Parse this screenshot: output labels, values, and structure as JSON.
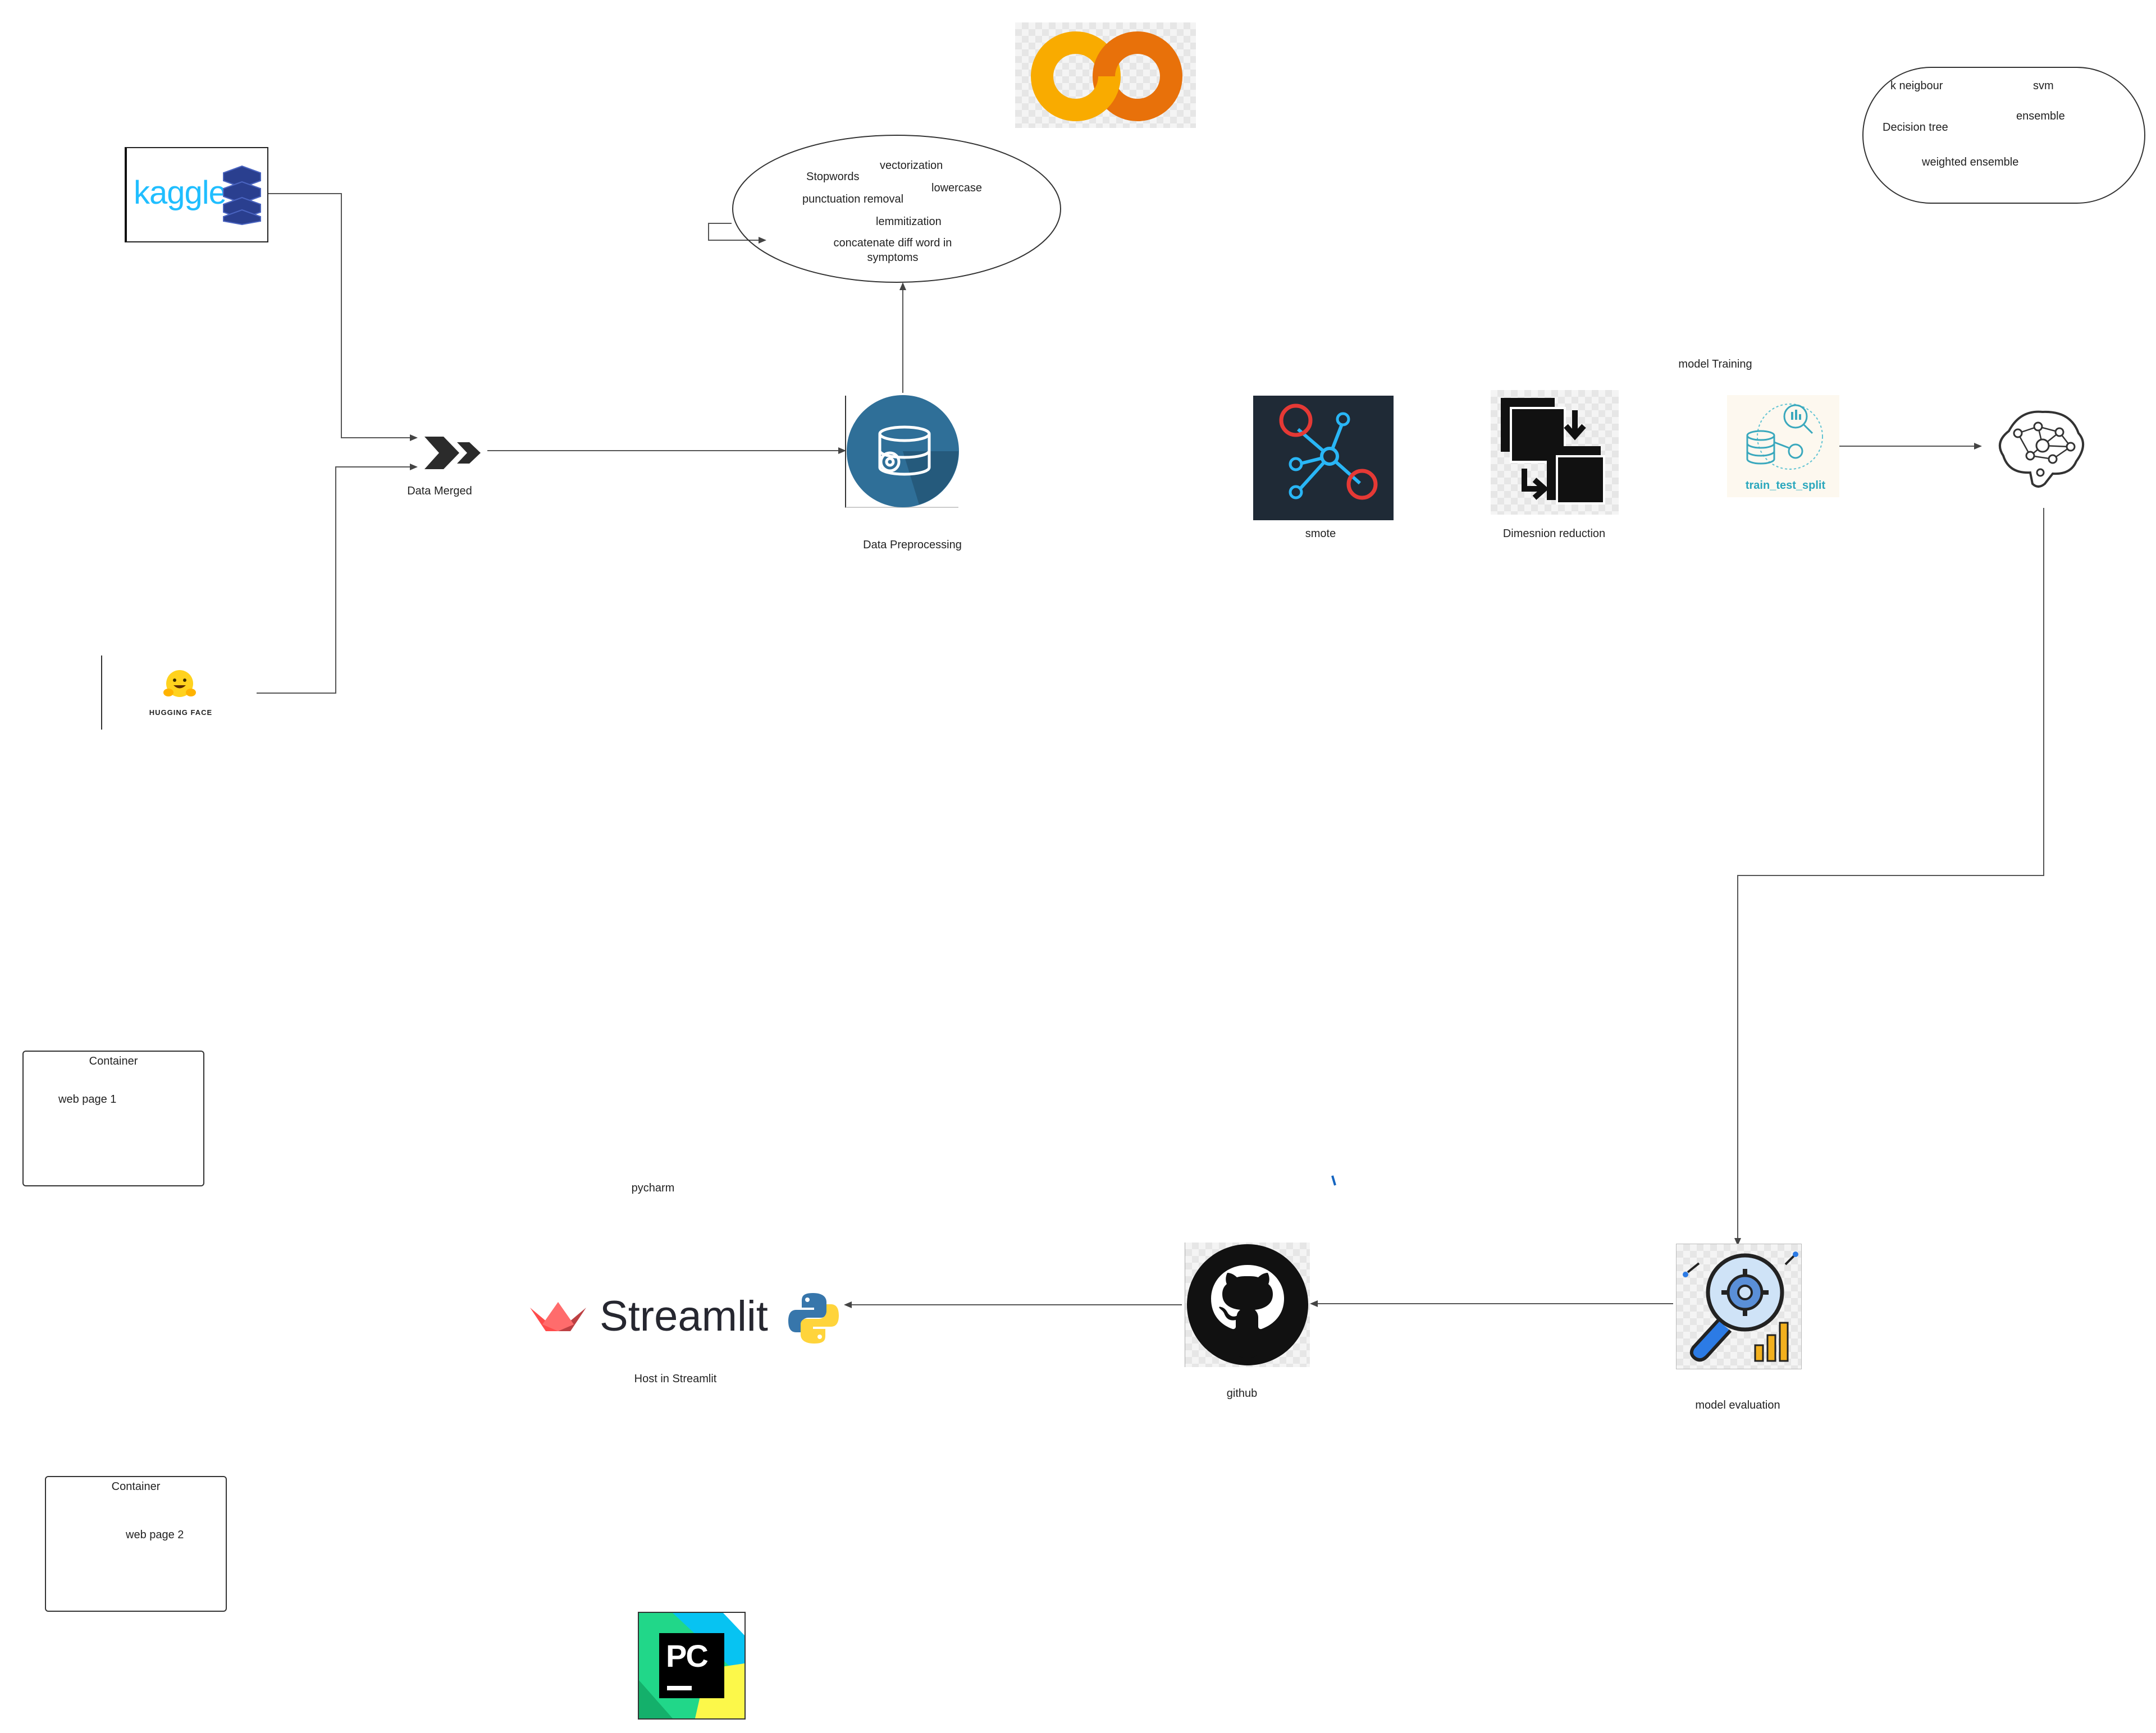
{
  "nodes": {
    "data_merged": "Data Merged",
    "data_preprocessing": "Data Preprocessing",
    "smote": "smote",
    "dimension_reduction": "Dimesnion reduction",
    "model_training": "model Training",
    "model_evaluation": "model evaluation",
    "github": "github",
    "host": "Host in Streamlit",
    "pycharm": "pycharm"
  },
  "logos": {
    "kaggle": "kaggle",
    "hugging_face": "HUGGING FACE",
    "train_test_split": "train_test_split",
    "streamlit": "Streamlit",
    "pycharm_mark": "PC"
  },
  "preprocessing_steps": {
    "vectorization": "vectorization",
    "stopwords": "Stopwords",
    "lowercase": "lowercase",
    "punctuation": "punctuation removal",
    "lemmitization": "lemmitization",
    "concat_line1": "concatenate diff word in",
    "concat_line2": "symptoms"
  },
  "models": {
    "k_neighbour": "k neigbour",
    "svm": "svm",
    "ensemble": "ensemble",
    "decision_tree": "Decision tree",
    "weighted_ensemble": "weighted ensemble"
  },
  "containers": [
    {
      "title": "Container",
      "content": "web page 1"
    },
    {
      "title": "Container",
      "content": "web page 2"
    }
  ],
  "colors": {
    "connector": "#555555",
    "kaggle_blue": "#20beff",
    "colab_orange": "#f9ab00",
    "colab_dark_orange": "#e8710a",
    "preprocess_blue": "#2f6f98",
    "smote_bg": "#1f2a36",
    "smote_red": "#e53935",
    "smote_cyan": "#29b6f6",
    "streamlit_red": "#ff4b4b",
    "python_blue": "#3776ab",
    "python_yellow": "#ffd43b"
  }
}
